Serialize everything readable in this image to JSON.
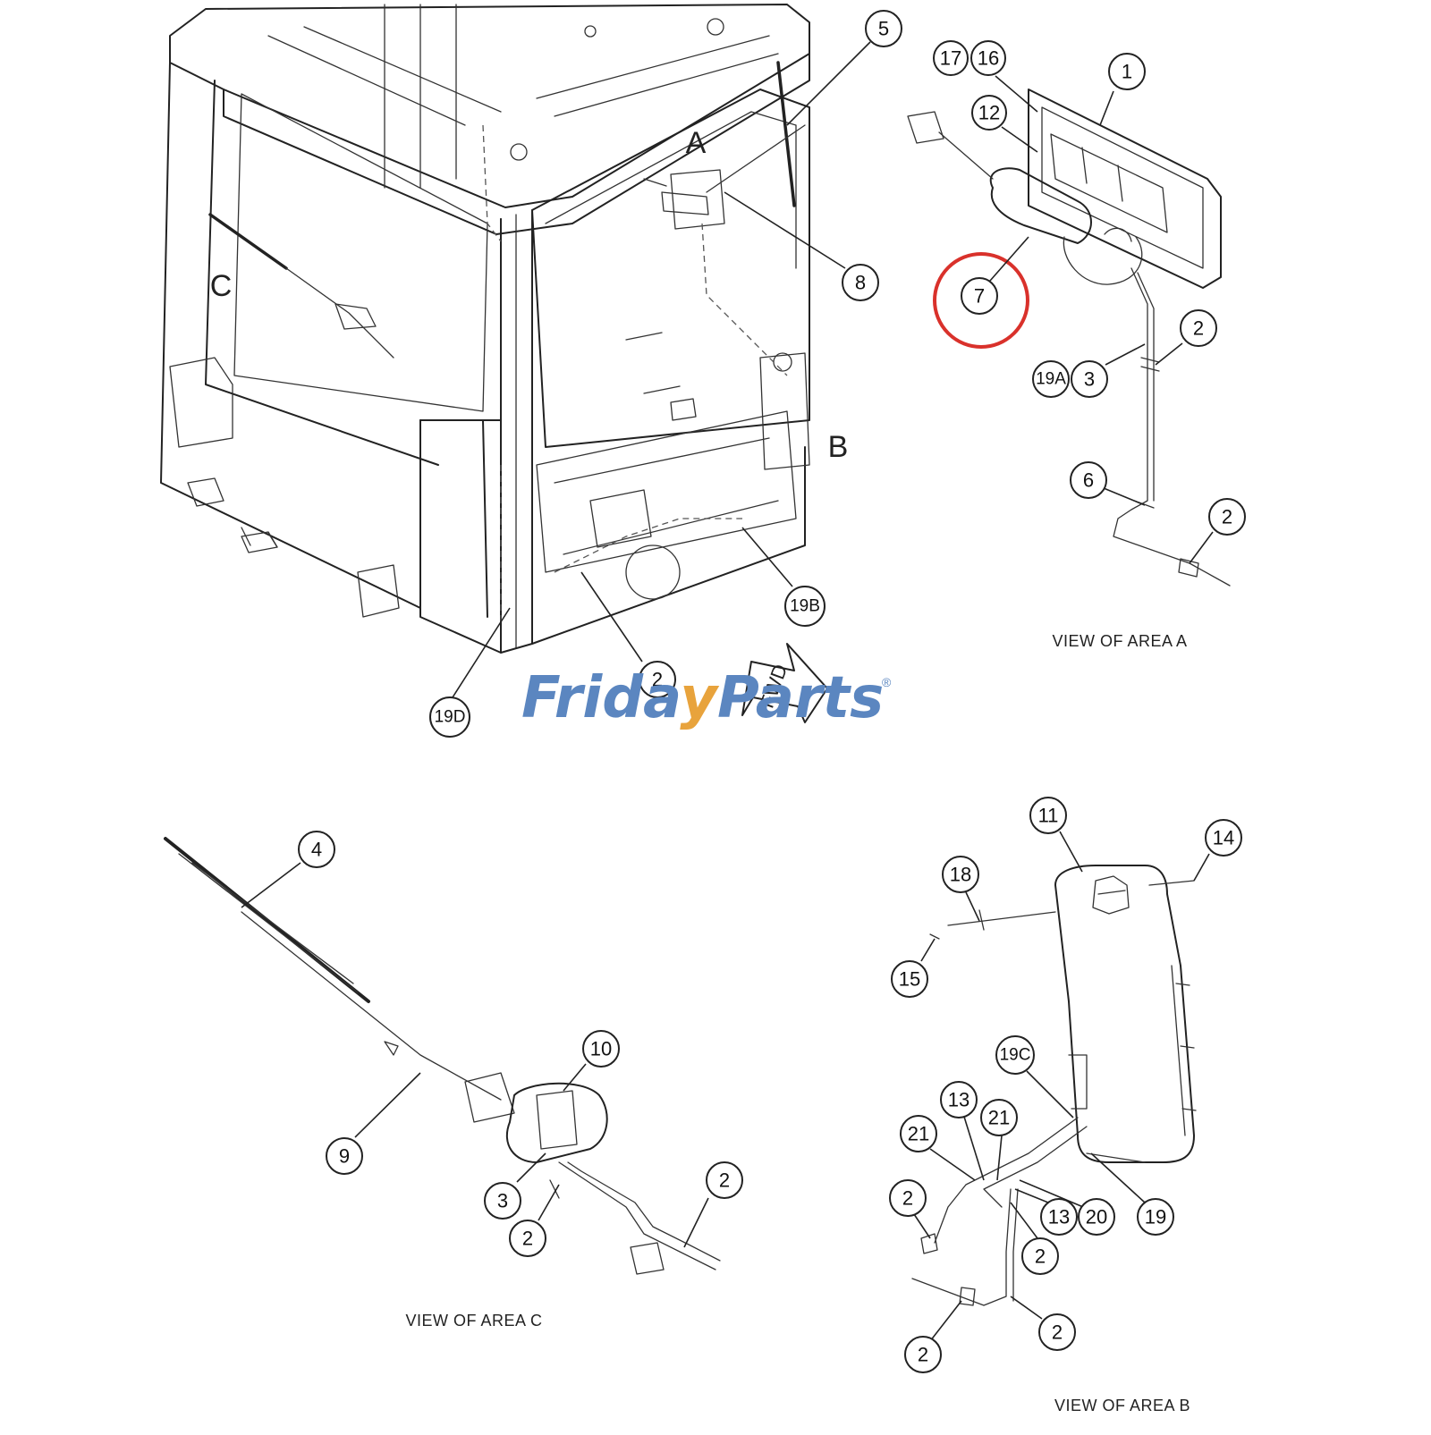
{
  "watermark": {
    "part1": "Frida",
    "part2": "Parts",
    "registered": "®",
    "color_main": "#5b86c0",
    "color_accent": "#e8a33c"
  },
  "area_letters": {
    "a": "A",
    "b": "B",
    "c": "C"
  },
  "arrow_text": "FWD",
  "captions": {
    "area_a": "VIEW OF AREA A",
    "area_b": "VIEW OF AREA B",
    "area_c": "VIEW OF AREA C"
  },
  "highlight_color": "#d9312b",
  "callouts": {
    "main": [
      "5",
      "8",
      "19B",
      "2",
      "19D"
    ],
    "area_a": [
      "17",
      "16",
      "1",
      "12",
      "7",
      "2",
      "19A",
      "3",
      "6",
      "2"
    ],
    "area_c": [
      "4",
      "10",
      "9",
      "3",
      "2",
      "2"
    ],
    "area_b": [
      "11",
      "14",
      "18",
      "15",
      "19C",
      "13",
      "21",
      "21",
      "2",
      "13",
      "20",
      "19",
      "2",
      "2",
      "2"
    ]
  }
}
